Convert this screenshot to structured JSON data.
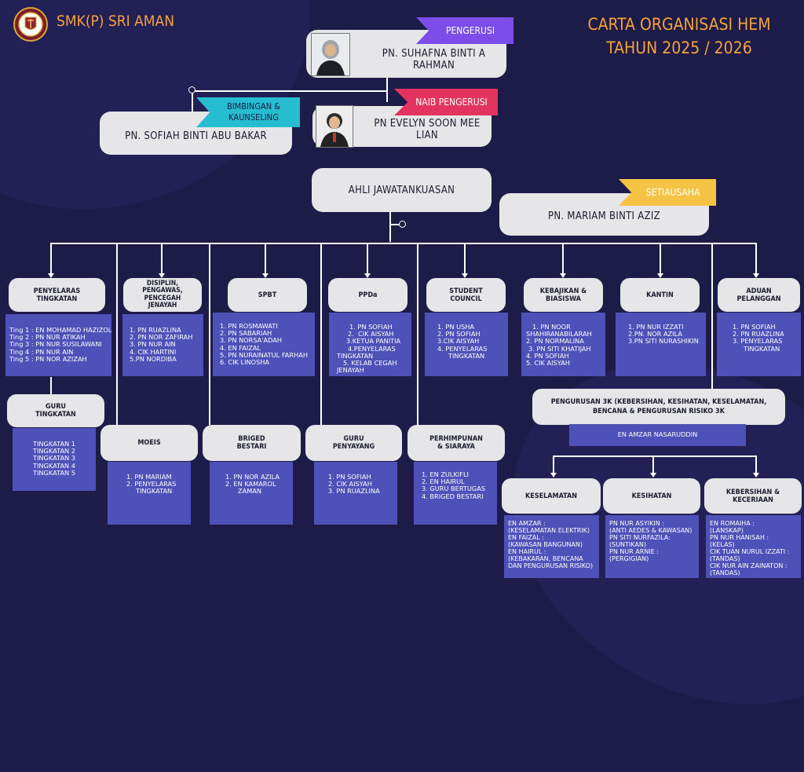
{
  "header": {
    "school": "SMK(P) SRI AMAN",
    "title_line1": "CARTA ORGANISASI HEM",
    "title_line2": "TAHUN 2025 / 2026"
  },
  "colors": {
    "background": "#1d1b47",
    "accent_orange": "#f4a23d",
    "chairman_ribbon": "#7c4de8",
    "vice_ribbon": "#e3335f",
    "counseling_ribbon": "#27bdd0",
    "secretary_ribbon": "#f6c445",
    "list_box": "#4e51b8"
  },
  "leaders": {
    "chairman": {
      "role": "PENGERUSI",
      "name": "PN. SUHAFNA BINTI A RAHMAN"
    },
    "vice": {
      "role": "NAIB PENGERUSI",
      "name": "PN EVELYN SOON MEE LIAN"
    },
    "counseling": {
      "role_line1": "BIMBINGAN &",
      "role_line2": "KAUNSELING",
      "name": "PN. SOFIAH BINTI ABU BAKAR"
    },
    "committee": {
      "label": "AHLI JAWATANKUASAN"
    },
    "secretary": {
      "role": "SETIAUSAHA",
      "name": "PN. MARIAM BINTI AZIZ"
    }
  },
  "units": {
    "penyelaras": {
      "title": "PENYELARAS\nTINGKATAN",
      "members": [
        "Ting 1 : EN MOHAMAD HAZIZOL",
        "Ting 2 : PN NUR ATIKAH",
        "Ting 3 : PN NUR SUSILAWANI",
        "Ting 4 : PN NUR AIN",
        "Ting 5 : PN NOR AZIZAH"
      ]
    },
    "disiplin": {
      "title": "DISIPLIN,\nPENGAWAS,\nPENCEGAH\nJENAYAH",
      "members": [
        "1. PN RUAZLINA",
        "2. PN NOR ZAFIRAH",
        "3. PN NUR AIN",
        "4. CIK HARTINI",
        "5.PN NORDIBA"
      ]
    },
    "spbt": {
      "title": "SPBT",
      "members": [
        "1. PN ROSMAWATI",
        "2. PN SABARIAH",
        "3. PN NORSA'ADAH",
        "4. EN FAIZAL",
        "5. PN NURAINATUL FARHAH",
        "6. CIK LINOSHA"
      ]
    },
    "ppda": {
      "title": "PPDa",
      "members": [
        "1. PN SOFIAH",
        "2.  CIK AISYAH",
        "3.KETUA PANITIA",
        "4.PENYELARAS",
        "TINGKATAN",
        "5. KELAB CEGAH",
        "JENAYAH"
      ]
    },
    "student": {
      "title": "STUDENT\nCOUNCIL",
      "members": [
        "1. PN USHA",
        "2. PN SOFIAH",
        "3.CIK AISYAH",
        "4. PENYELARAS",
        "TINGKATAN"
      ]
    },
    "kebajikan": {
      "title": "KEBAJIKAN &\nBIASISWA",
      "members": [
        "1. PN NOOR",
        "SHAHIRANABILARAH",
        "2. PN NORMALINA",
        "3. PN SITI KHATIJAH",
        "4. PN SOFIAH",
        "5. CIK AISYAH"
      ]
    },
    "kantin": {
      "title": "KANTIN",
      "members": [
        "1. PN NUR IZZATI",
        "2.PN. NOR AZILA",
        "3.PN SITI NURASHIKIN"
      ]
    },
    "aduan": {
      "title": "ADUAN\nPELANGGAN",
      "members": [
        "1. PN SOFIAH",
        "2. PN RUAZLINA",
        "3. PENYELARAS",
        "TINGKATAN"
      ]
    },
    "guru_tingkatan": {
      "title": "GURU\nTINGKATAN",
      "members": [
        "TINGKATAN 1",
        "TINGKATAN 2",
        "TINGKATAN 3",
        "TINGKATAN 4",
        "TINGKATAN 5"
      ]
    },
    "moeis": {
      "title": "MOEIS",
      "members": [
        "1. PN MARIAM",
        "2. PENYELARAS",
        "TINGKATAN"
      ]
    },
    "briged": {
      "title": "BRIGED\nBESTARI",
      "members": [
        "1. PN NOR AZILA",
        "2. EN KAMAROL",
        "ZAMAN"
      ]
    },
    "penyayang": {
      "title": "GURU\nPENYAYANG",
      "members": [
        "1. PN SOFIAH",
        "2. CIK AISYAH",
        "3. PN RUAZLINA"
      ]
    },
    "perhimpunan": {
      "title": "PERHIMPUNAN\n& SIARAYA",
      "members": [
        "1. EN ZULKIFLI",
        "2. EN HAIRUL",
        "3. GURU BERTUGAS",
        "4. BRIGED BESTARI"
      ]
    },
    "pengurusan3k": {
      "title": "PENGURUSAN 3K (KEBERSIHAN, KESIHATAN, KESELAMATAN,\nBENCANA & PENGURUSAN RISIKO 3K",
      "members": [
        "EN AMZAR NASARUDDIN"
      ]
    },
    "keselamatan": {
      "title": "KESELAMATAN",
      "members": [
        "EN AMZAR :",
        "(KESELAMATAN ELEKTRIK)",
        "EN FAIZAL :",
        "(KAWASAN BANGUNAN)",
        "EN HAIRUL :",
        "(KEBAKARAN, BENCANA",
        "DAN PENGURUSAN RISIKO)"
      ]
    },
    "kesihatan": {
      "title": "KESIHATAN",
      "members": [
        "PN NUR ASYIKIN :",
        "(ANTI AEDES & KAWASAN)",
        "PN SITI NURFAZILA:",
        "(SUNTIKAN)",
        "PN NUR ARNIE :",
        "(PERGIGIAN)"
      ]
    },
    "kebersihan": {
      "title": "KEBERSIHAN &\nKECERIAAN",
      "members": [
        "EN ROMAIHA :",
        "(LANSKAP)",
        "PN NUR HANISAH :",
        "(KELAS)",
        "CIK TUAN NURUL IZZATI :",
        "(TANDAS)",
        "CIK NUR AIN ZAINATON :",
        "(TANDAS)"
      ]
    }
  }
}
